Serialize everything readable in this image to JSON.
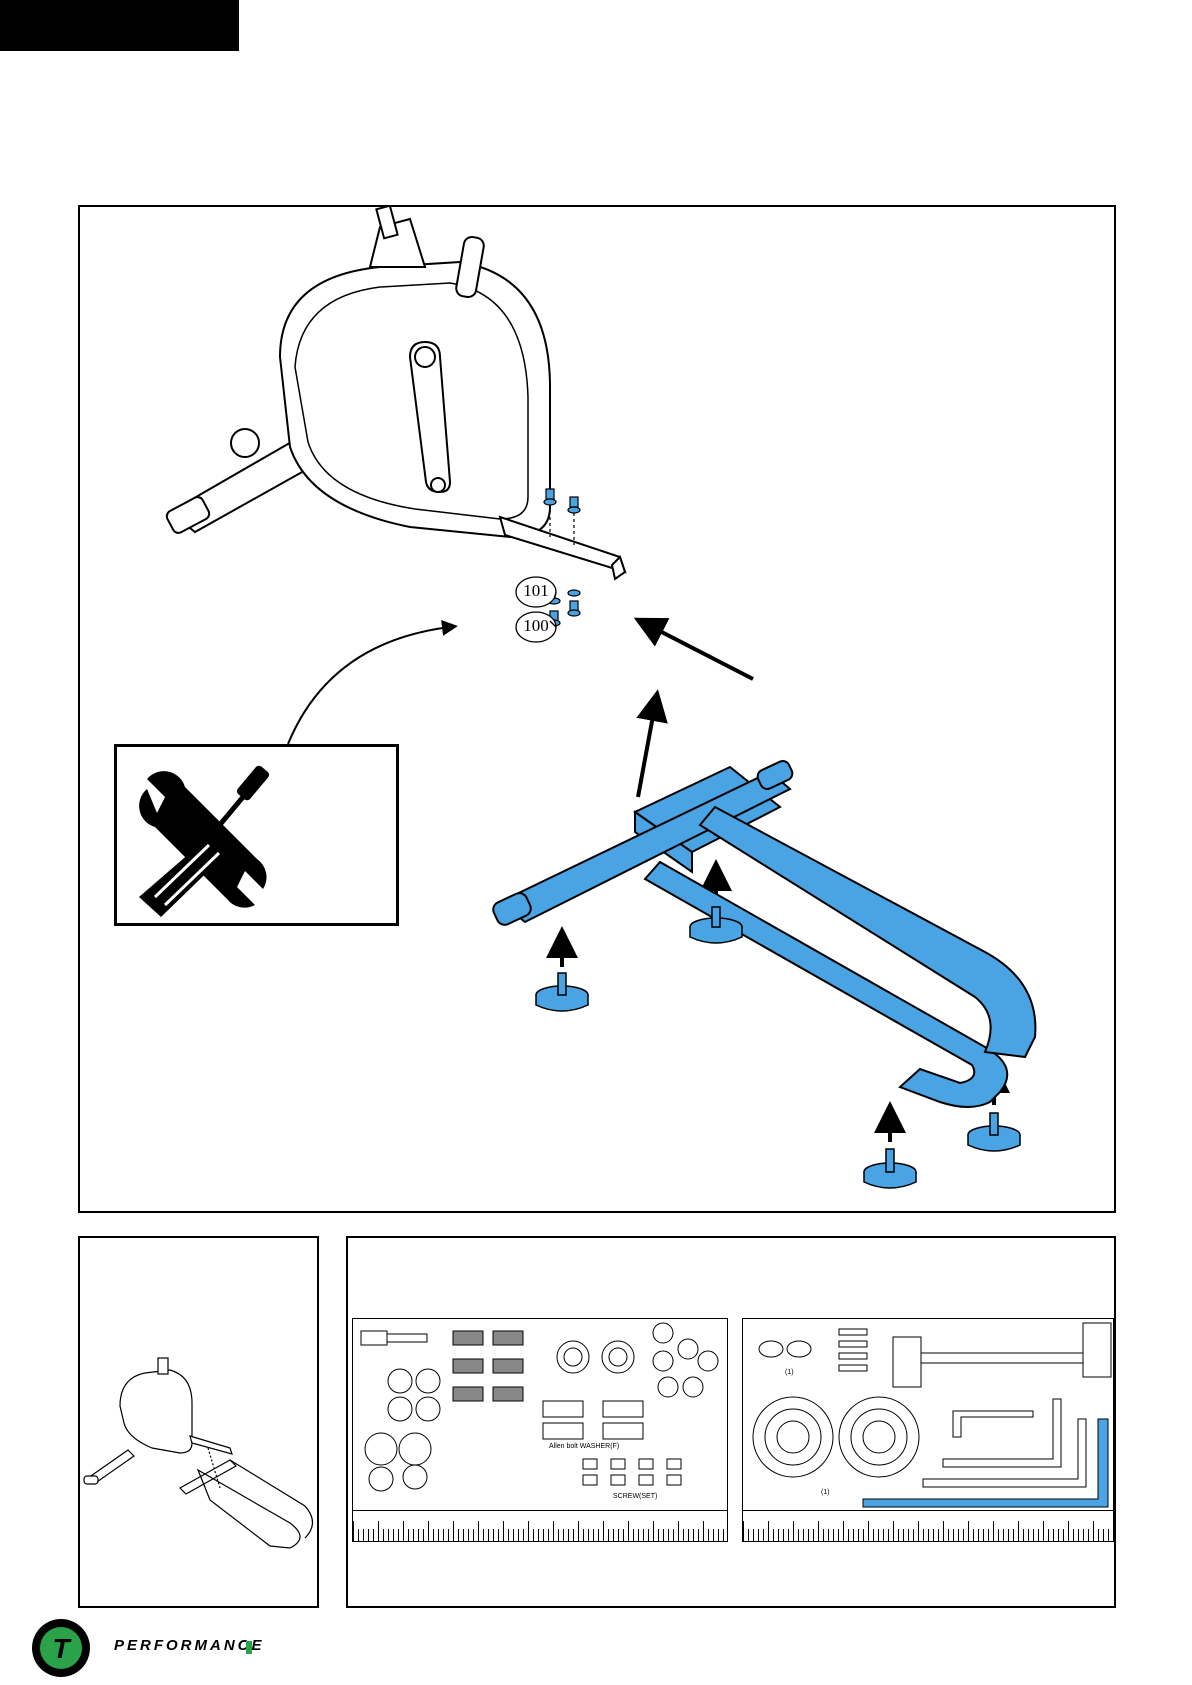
{
  "callouts": {
    "washer": "101",
    "bolt": "100"
  },
  "hardware": {
    "label_washers": "Allen bolt WASHER(F)",
    "label_screws": "SCREW(SET)",
    "label_small": "(1)"
  },
  "brand": {
    "name": "PERFORMANCE",
    "logo_letter": "T",
    "color": "#2aa24a"
  },
  "colors": {
    "part_highlight": "#4aa3e3",
    "outline": "#000000"
  },
  "icons": [
    "wrench-icon",
    "screwdriver-icon",
    "brand-logo-icon"
  ]
}
